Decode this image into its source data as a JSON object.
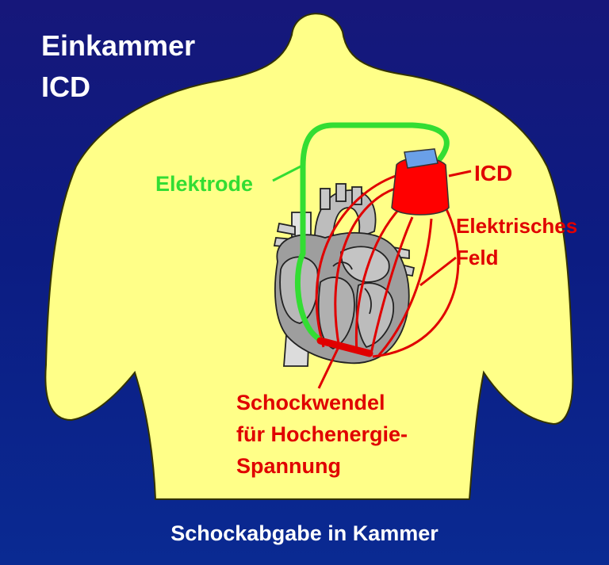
{
  "title": {
    "line1": "Einkammer",
    "line2": "ICD"
  },
  "labels": {
    "elektrode": "Elektrode",
    "icd": "ICD",
    "feld_line1": "Elektrisches",
    "feld_line2": "Feld",
    "schock_line1": "Schockwendel",
    "schock_line2": "für Hochenergie-",
    "schock_line3": "Spannung"
  },
  "caption": "Schockabgabe in Kammer",
  "colors": {
    "background": "#0c1c82",
    "body": "#ffff88",
    "lead": "#33dd33",
    "field": "#e00000",
    "device": "#ff0000",
    "device_cap": "#6aa0e8",
    "heart": "#9c9c9c",
    "text_light": "#ffffff"
  }
}
